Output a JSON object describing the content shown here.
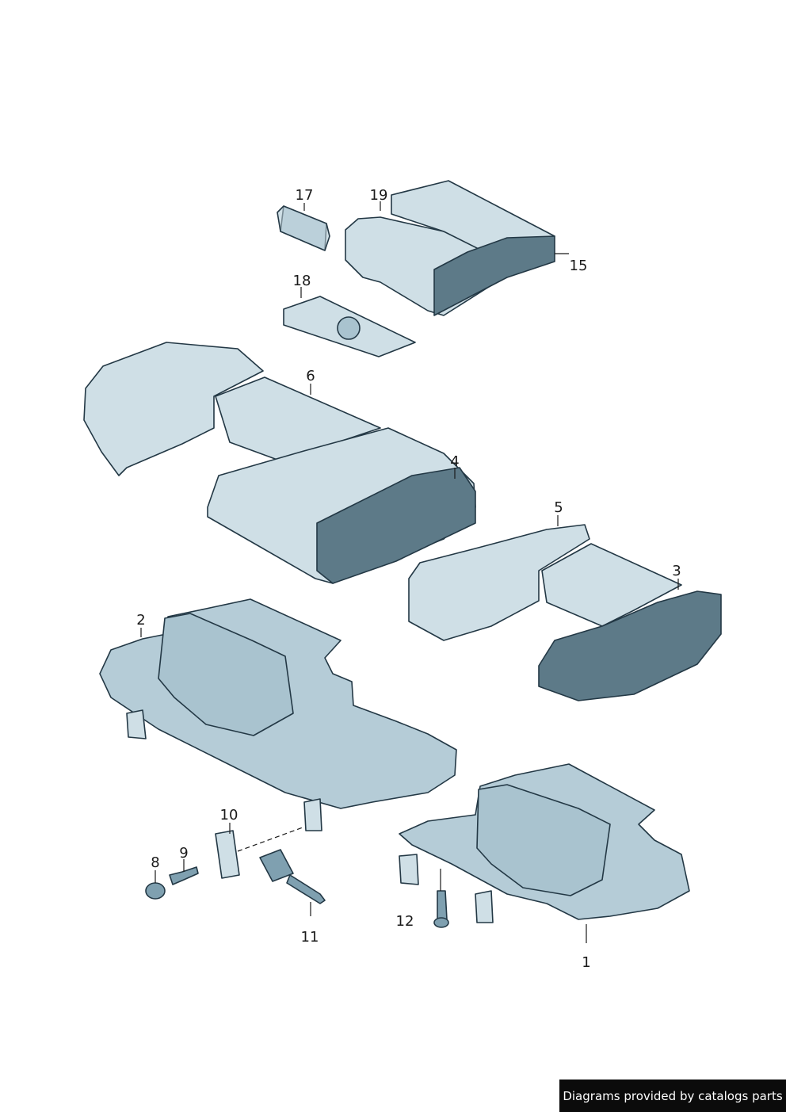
{
  "callouts": [
    {
      "id": "c1",
      "label": "1"
    },
    {
      "id": "c2",
      "label": "2"
    },
    {
      "id": "c3",
      "label": "3"
    },
    {
      "id": "c4",
      "label": "4"
    },
    {
      "id": "c5",
      "label": "5"
    },
    {
      "id": "c6",
      "label": "6"
    },
    {
      "id": "c8",
      "label": "8"
    },
    {
      "id": "c9",
      "label": "9"
    },
    {
      "id": "c10",
      "label": "10"
    },
    {
      "id": "c11",
      "label": "11"
    },
    {
      "id": "c12",
      "label": "12"
    },
    {
      "id": "c15",
      "label": "15"
    },
    {
      "id": "c17",
      "label": "17"
    },
    {
      "id": "c18",
      "label": "18"
    },
    {
      "id": "c19",
      "label": "19"
    }
  ],
  "credit": {
    "text": "Diagrams provided by catalogs parts"
  },
  "colors": {
    "line": "#233845",
    "light": "#cfdfe6",
    "mid": "#a9c3cf",
    "dark": "#7fa0b0",
    "foam": "#5d7a88"
  }
}
